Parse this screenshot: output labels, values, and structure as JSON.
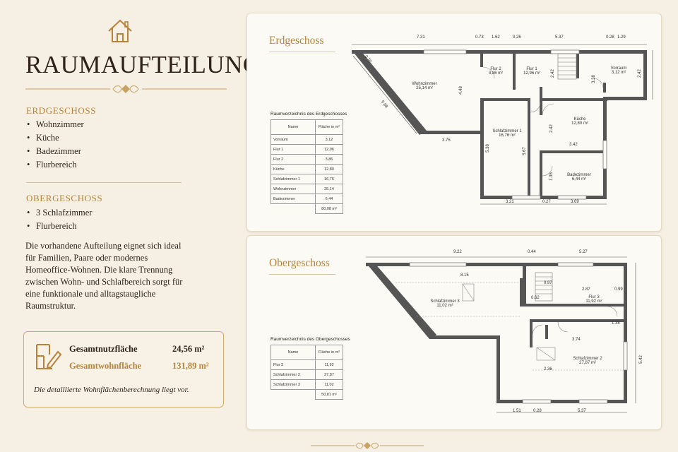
{
  "title": "RAUMAUFTEILUNG",
  "icons": {
    "house": "house-icon",
    "plan": "floorplan-pen-icon"
  },
  "erdgeschoss_heading": "ERDGESCHOSS",
  "erdgeschoss_items": [
    "Wohnzimmer",
    "Küche",
    "Badezimmer",
    "Flurbereich"
  ],
  "obergeschoss_heading": "OBERGESCHOSS",
  "obergeschoss_items": [
    "3 Schlafzimmer",
    "Flurbereich"
  ],
  "bullet": "•",
  "description": "Die vorhandene Aufteilung eignet sich ideal für Familien, Paare oder modernes Homeoffice-Wohnen. Die klare Trennung zwischen Wohn- und Schlafbereich sorgt für eine funktionale und alltagstaugliche Raumstruktur.",
  "summary": {
    "nutzflaeche_label": "Gesamtnutzfläche",
    "nutzflaeche_value": "24,56 m²",
    "wohnflaeche_label": "Gesamtwohnfläche",
    "wohnflaeche_value": "131,89 m²",
    "note": "Die detaillierte Wohnflächenberechnung liegt vor."
  },
  "colors": {
    "accent": "#b5843a",
    "text": "#2e2418",
    "background": "#f6efe3",
    "card": "#fcfaf4"
  },
  "eg": {
    "heading": "Erdgeschoss",
    "table_title": "Raumverzeichnis des Erdgeschosses",
    "col_name": "Name",
    "col_area": "Fläche in m²",
    "rows": [
      {
        "name": "Vorraum",
        "area": "3,12"
      },
      {
        "name": "Flur 1",
        "area": "12,96"
      },
      {
        "name": "Flur 2",
        "area": "3,86"
      },
      {
        "name": "Küche",
        "area": "12,80"
      },
      {
        "name": "Schlafzimmer 1",
        "area": "16,76"
      },
      {
        "name": "Wohnzimmer",
        "area": "25,14"
      },
      {
        "name": "Badezimmer",
        "area": "6,44"
      }
    ],
    "total": "80,08 m²",
    "rooms": {
      "wohnzimmer": "Wohnzimmer",
      "wohnzimmer_a": "25,14 m²",
      "flur2": "Flur 2",
      "flur2_a": "3,86 m²",
      "flur1": "Flur 1",
      "flur1_a": "12,96 m²",
      "vorraum": "Vorraum",
      "vorraum_a": "3,12 m²",
      "schlaf1": "Schlafzimmer 1",
      "schlaf1_a": "16,76 m²",
      "kueche": "Küche",
      "kueche_a": "12,80 m²",
      "bad": "Badezimmer",
      "bad_a": "6,44 m²"
    },
    "dims": {
      "d731": "7.31",
      "d073": "0.73",
      "d162": "1.62",
      "d026": "0.26",
      "d537": "5.37",
      "d028": "0.28",
      "d129": "1.29",
      "d070": "0.70",
      "d568": "5.68",
      "d375": "3.75",
      "d448": "4.48",
      "d338": "3.38",
      "d242a": "2.42",
      "d242b": "2.42",
      "d242c": "2.42",
      "d342": "3.42",
      "d538": "5.38",
      "d567": "5.67",
      "d135": "1.35",
      "d321": "3.21",
      "d027": "0.27",
      "d369": "3.69"
    }
  },
  "og": {
    "heading": "Obergeschoss",
    "table_title": "Raumverzeichnis des Obergeschosses",
    "col_name": "Name",
    "col_area": "Fläche in m²",
    "rows": [
      {
        "name": "Flur 3",
        "area": "11,92"
      },
      {
        "name": "Schlafzimmer 2",
        "area": "27,87"
      },
      {
        "name": "Schlafzimmer 3",
        "area": "11,02"
      }
    ],
    "total": "50,81 m²",
    "rooms": {
      "schlaf3": "Schlafzimmer 3",
      "schlaf3_a": "11,02 m²",
      "flur3": "Flur 3",
      "flur3_a": "11,92 m²",
      "schlaf2": "Schlafzimmer 2",
      "schlaf2_a": "27,87 m²"
    },
    "dims": {
      "d922": "9.22",
      "d044": "0.44",
      "d527": "5.27",
      "d815": "8.15",
      "d287": "2.87",
      "d099": "0.99",
      "d097": "0.97",
      "d062": "0.62",
      "d374": "3.74",
      "d138": "1.38",
      "d236": "2.36",
      "d542": "5.42",
      "d151": "1.51",
      "d028": "0.28",
      "d537": "5.37"
    }
  }
}
